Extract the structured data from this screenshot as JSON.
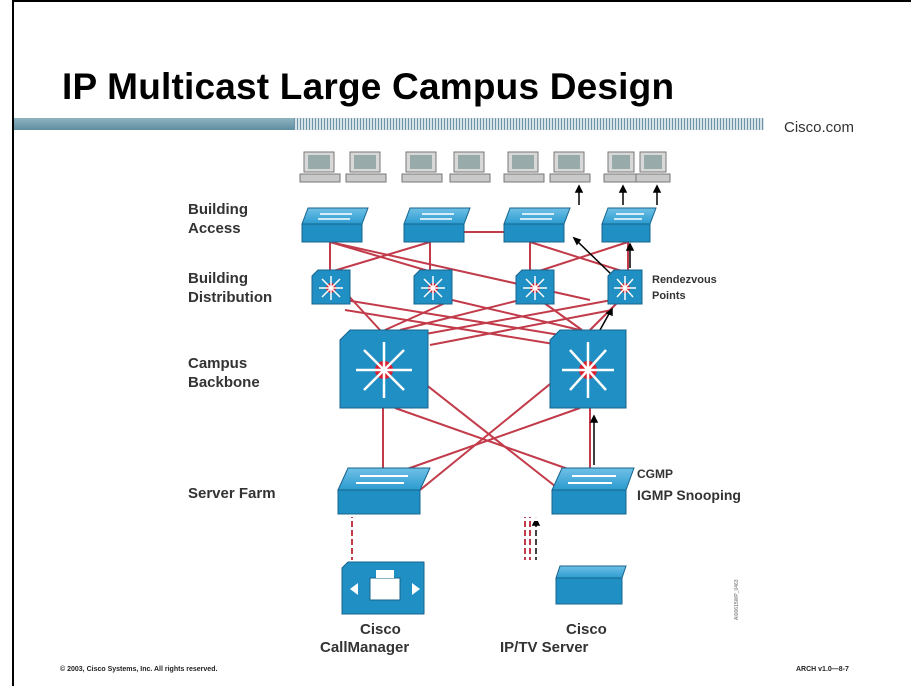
{
  "slide": {
    "title": "IP Multicast Large Campus Design",
    "brand": "Cisco.com",
    "footer_left": "© 2003, Cisco Systems, Inc. All rights reserved.",
    "footer_right": "ARCH v1.0—8-7",
    "figure_id": "AI00615WP_0463"
  },
  "diagram": {
    "layers": {
      "access": [
        "Building",
        "Access"
      ],
      "distribution": [
        "Building",
        "Distribution"
      ],
      "backbone": [
        "Campus",
        "Backbone"
      ],
      "server_farm": "Server Farm"
    },
    "annotations": {
      "rendezvous": [
        "Rendezvous",
        "Points"
      ],
      "snooping": [
        "CGMP",
        "IGMP Snooping"
      ]
    },
    "servers": {
      "left": [
        "Cisco",
        "CallManager"
      ],
      "right": [
        "Cisco",
        "IP/TV Server"
      ]
    },
    "colors": {
      "switch_blue": "#1f8fc4",
      "link_red": "#c23b4a",
      "router_center": "#d8202e"
    }
  }
}
